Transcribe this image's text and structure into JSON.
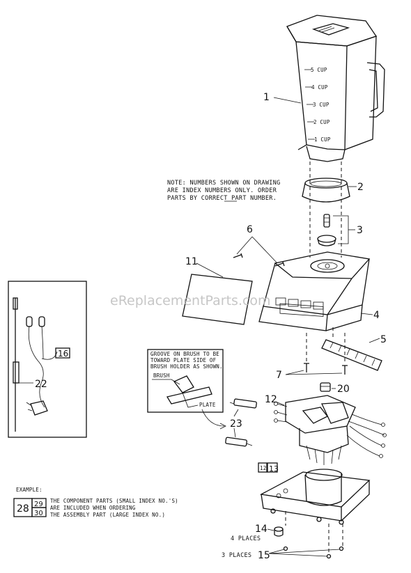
{
  "watermark": "eReplacementParts.com",
  "note": {
    "line1": "NOTE: NUMBERS SHOWN ON DRAWING",
    "line2": "ARE INDEX NUMBERS ONLY. ORDER",
    "line3": "PARTS BY CORRECT PART NUMBER."
  },
  "jar_markings": [
    "5 CUP",
    "4 CUP",
    "3 CUP",
    "2 CUP",
    "1 CUP"
  ],
  "callouts": {
    "c1": "1",
    "c2": "2",
    "c3": "3",
    "c4": "4",
    "c5": "5",
    "c6": "6",
    "c7": "7",
    "c11": "11",
    "c12": "12",
    "c13": "13",
    "c14": "14",
    "c15": "15",
    "c16": "16",
    "c20": "20",
    "c22": "22",
    "c23": "23"
  },
  "places": {
    "four": "4 PLACES",
    "three": "3 PLACES"
  },
  "brush_inset": {
    "line1": "GROOVE ON BRUSH TO BE",
    "line2": "TOWARD PLATE SIDE OF",
    "line3": "BRUSH HOLDER AS SHOWN.",
    "brush": "BRUSH",
    "plate": "PLATE"
  },
  "example": {
    "title": "EXAMPLE:",
    "large": "28",
    "small_top": "29",
    "small_bottom": "30",
    "line1": "THE COMPONENT PARTS (SMALL INDEX NO.'S)",
    "line2": "ARE INCLUDED WHEN ORDERING",
    "line3": "THE ASSEMBLY PART (LARGE INDEX NO.)"
  }
}
